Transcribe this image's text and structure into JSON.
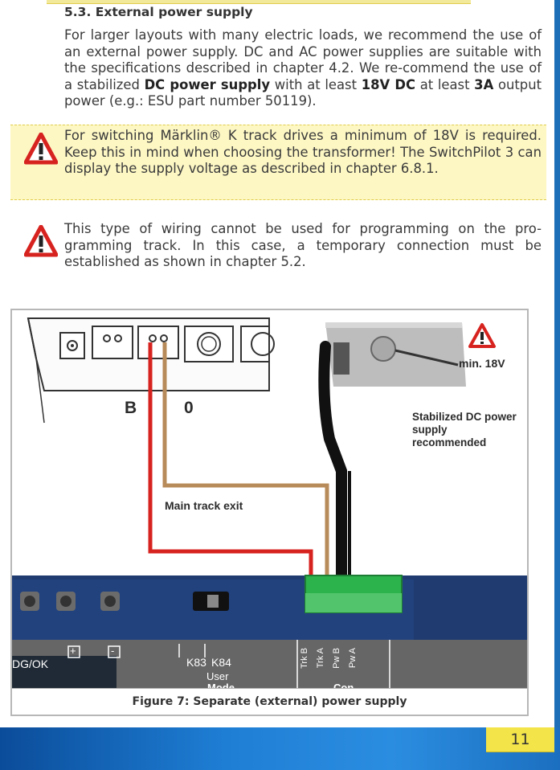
{
  "section": {
    "title": "5.3. External power supply",
    "para_1": "For larger layouts with many electric loads, we recommend the use of an external power supply. DC and AC power supplies are suitable with the specifications described in chapter 4.2. We re-commend the use of a stabilized ",
    "dc_supply": "DC power supply",
    "para_2": " with at least ",
    "voltage": "18V DC",
    "para_3": " at least ",
    "amps": "3A",
    "para_4": " output power (e.g.: ESU part number 50119)."
  },
  "warnings": [
    {
      "text": "For switching Märklin® K track drives a minimum of 18V is required. Keep this in mind when choosing the transformer! The SwitchPilot 3 can display the supply voltage as described in chapter 6.8.1."
    },
    {
      "text": "This type of wiring cannot be used for programming on the pro-gramming track. In this case, a temporary connection must be established as shown in chapter 5.2."
    }
  ],
  "figure": {
    "label_b": "B",
    "label_0": "0",
    "main_track": "Main track exit",
    "min_voltage": "min. 18V",
    "psu_note": "Stabilized DC power supply recommended",
    "board_dg_ok": "DG/OK",
    "board_plus": "+",
    "board_minus": "-",
    "board_k83": "K83",
    "board_k84": "K84",
    "board_user": "User",
    "board_mode": "Mode",
    "board_con": "Con",
    "terminals": [
      "Trk B",
      "Trk A",
      "Pw B",
      "Pw A"
    ],
    "caption": "Figure 7: Separate (external) power supply"
  },
  "page_number": "11",
  "colors": {
    "warning_fill": "#fdf7c4",
    "warning_icon": "#d7231f",
    "footer": "#1e7ed4",
    "page_tab": "#f3e44a"
  }
}
